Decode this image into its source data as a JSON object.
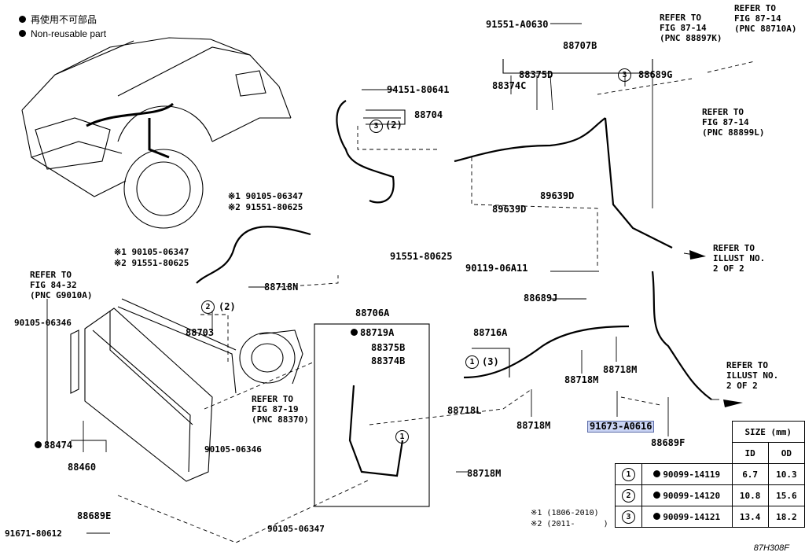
{
  "legend": {
    "reused_jp": "再使用不可部品",
    "non_reusable": "Non-reusable part"
  },
  "labels": {
    "p91551_A0630": "91551-A0630",
    "p88707B": "88707B",
    "p88375D": "88375D",
    "p88374C": "88374C",
    "p88689G": "88689G",
    "p94151_80641": "94151-80641",
    "p88704": "88704",
    "c2_88704": "(2)",
    "p89639D_left": "89639D",
    "p89639D_right": "89639D",
    "p90105_06347_a1": "※1 90105-06347",
    "p91551_80625_a2": "※2 91551-80625",
    "p91551_80625_b": "91551-80625",
    "p90105_06347_b1": "※1 90105-06347",
    "p91551_80625_c2": "※2 91551-80625",
    "p88718N": "88718N",
    "c2_88703": "(2)",
    "p88703": "88703",
    "p90119_06A11": "90119-06A11",
    "p88689J": "88689J",
    "p88706A": "88706A",
    "p88719A": "88719A",
    "p88375B": "88375B",
    "p88374B": "88374B",
    "p88716A": "88716A",
    "c3_88716A": "(3)",
    "p88718L": "88718L",
    "p88718M_a": "88718M",
    "p88718M_b": "88718M",
    "p88718M_c": "88718M",
    "p88718M_d": "88718M",
    "p91673_A0616": "91673-A0616",
    "p88689F": "88689F",
    "p90105_06346_a": "90105-06346",
    "p90105_06346_b": "90105-06346",
    "p88474": "88474",
    "p88460": "88460",
    "p88689E": "88689E",
    "p91671_80612": "91671-80612",
    "p90105_06347_c": "90105-06347"
  },
  "refs": {
    "fig8714_a": "REFER TO\nFIG 87-14\n(PNC 88897K)",
    "fig8714_b": "REFER TO\nFIG 87-14\n(PNC 88710A)",
    "fig8714_c": "REFER TO\nFIG 87-14\n(PNC 88899L)",
    "illust_a": "REFER TO\nILLUST NO.\n2 OF 2",
    "illust_b": "REFER TO\nILLUST NO.\n2 OF 2",
    "fig8432": "REFER TO\nFIG 84-32\n(PNC G9010A)",
    "fig8719": "REFER TO\nFIG 87-19\n(PNC 88370)"
  },
  "circled": {
    "one": "1",
    "two": "2",
    "three": "3"
  },
  "size_table": {
    "header": "SIZE (mm)",
    "col_id": "ID",
    "col_od": "OD",
    "rows": [
      {
        "mark": "1",
        "part": "90099-14119",
        "id": "6.7",
        "od": "10.3"
      },
      {
        "mark": "2",
        "part": "90099-14120",
        "id": "10.8",
        "od": "15.6"
      },
      {
        "mark": "3",
        "part": "90099-14121",
        "id": "13.4",
        "od": "18.2"
      }
    ]
  },
  "notes": {
    "n1": "※1 (1806-2010)",
    "n2": "※2 (2011-      )"
  },
  "figure_id": "87H308F",
  "colors": {
    "highlight": "#c9d3f3",
    "line": "#000000"
  }
}
